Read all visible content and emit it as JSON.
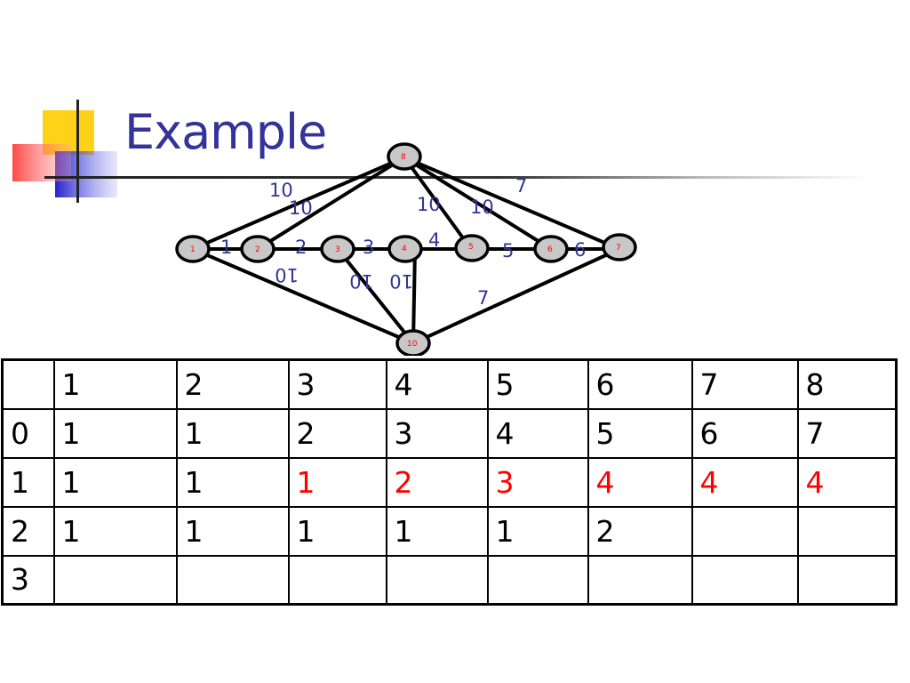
{
  "title": "Example",
  "graph": {
    "nodes": [
      "1",
      "2",
      "3",
      "4",
      "5",
      "6",
      "7",
      "8",
      "10"
    ],
    "edge_weights_upright": [
      "10",
      "10",
      "10",
      "10",
      "7",
      "1",
      "2",
      "3",
      "4",
      "5",
      "6",
      "7"
    ],
    "edge_weights_flipped": [
      "10",
      "10",
      "10"
    ]
  },
  "table": {
    "header": [
      "",
      "1",
      "2",
      "3",
      "4",
      "5",
      "6",
      "7",
      "8"
    ],
    "rows": [
      [
        "0",
        "1",
        "1",
        "2",
        "3",
        "4",
        "5",
        "6",
        "7"
      ],
      [
        "1",
        "1",
        "1",
        "1",
        "2",
        "3",
        "4",
        "4",
        "4"
      ],
      [
        "2",
        "1",
        "1",
        "1",
        "1",
        "1",
        "2",
        "",
        ""
      ],
      [
        "3",
        "",
        "",
        "",
        "",
        "",
        "",
        "",
        ""
      ]
    ],
    "highlight_color": "#ff0000"
  },
  "colors": {
    "title": "#333399",
    "edge_label": "#333399",
    "node_fill": "#c8c8c8",
    "node_label": "#ff0000"
  }
}
